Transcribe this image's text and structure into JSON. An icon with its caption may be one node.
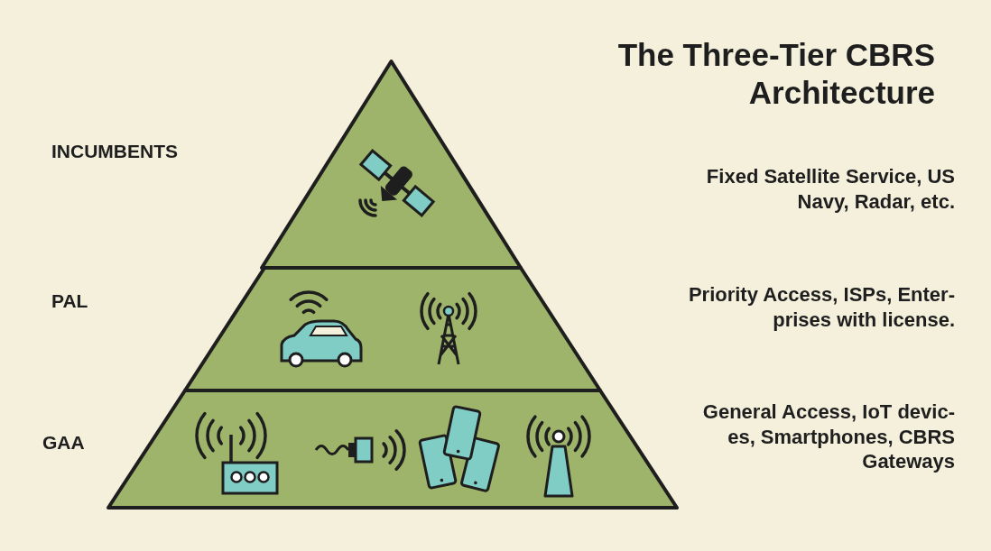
{
  "diagram": {
    "title": "The Three-Tier CBRS Architecture",
    "nodes": [
      {
        "text": [],
        "shape": "triangle"
      },
      {
        "text": [],
        "shape": "trapezoid"
      },
      {
        "text": [],
        "shape": "trapezoid"
      }
    ],
    "labels": [
      "INCUMBENTS",
      "Fixed Satellite Service, US Navy, Radar, etc.",
      "PAL",
      "Priority Access, ISPs, Enter- prises with license.",
      "GAA",
      "General Access, IoT devic- es, Smartphones, CBRS Gateways"
    ]
  }
}
